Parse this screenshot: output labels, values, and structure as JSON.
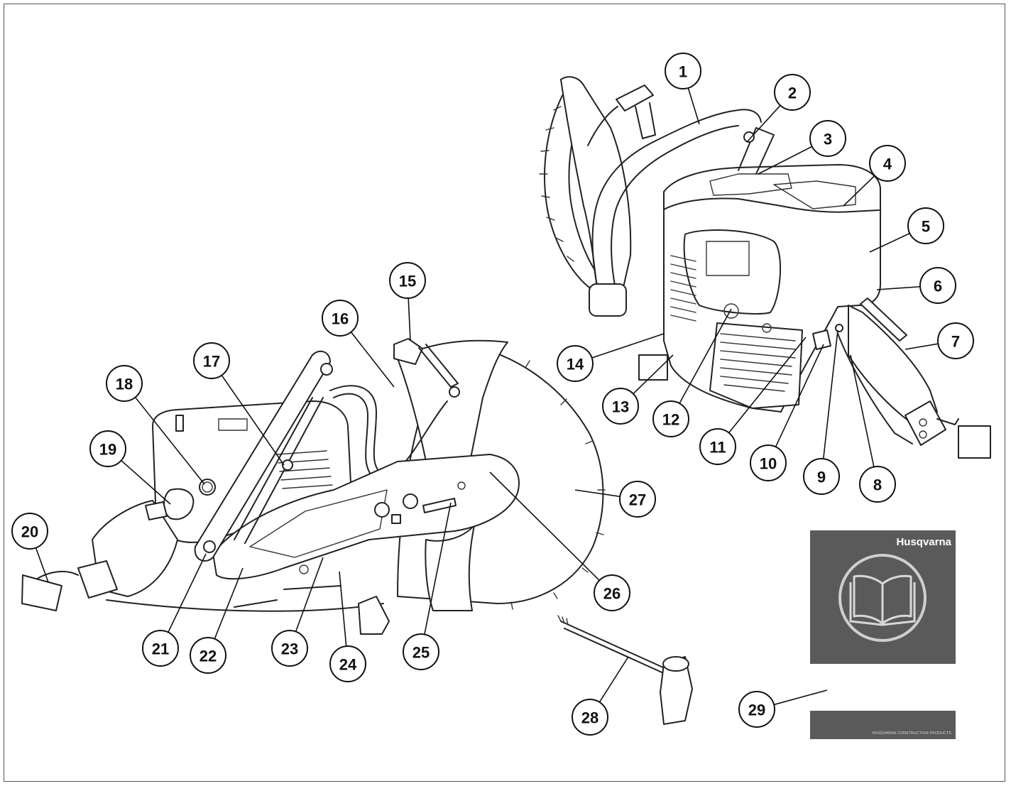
{
  "callouts": [
    {
      "id": 1,
      "label": "1"
    },
    {
      "id": 2,
      "label": "2"
    },
    {
      "id": 3,
      "label": "3"
    },
    {
      "id": 4,
      "label": "4"
    },
    {
      "id": 5,
      "label": "5"
    },
    {
      "id": 6,
      "label": "6"
    },
    {
      "id": 7,
      "label": "7"
    },
    {
      "id": 8,
      "label": "8"
    },
    {
      "id": 9,
      "label": "9"
    },
    {
      "id": 10,
      "label": "10"
    },
    {
      "id": 11,
      "label": "11"
    },
    {
      "id": 12,
      "label": "12"
    },
    {
      "id": 13,
      "label": "13"
    },
    {
      "id": 14,
      "label": "14"
    },
    {
      "id": 15,
      "label": "15"
    },
    {
      "id": 16,
      "label": "16"
    },
    {
      "id": 17,
      "label": "17"
    },
    {
      "id": 18,
      "label": "18"
    },
    {
      "id": 19,
      "label": "19"
    },
    {
      "id": 20,
      "label": "20"
    },
    {
      "id": 21,
      "label": "21"
    },
    {
      "id": 22,
      "label": "22"
    },
    {
      "id": 23,
      "label": "23"
    },
    {
      "id": 24,
      "label": "24"
    },
    {
      "id": 25,
      "label": "25"
    },
    {
      "id": 26,
      "label": "26"
    },
    {
      "id": 27,
      "label": "27"
    },
    {
      "id": 28,
      "label": "28"
    },
    {
      "id": 29,
      "label": "29"
    }
  ],
  "manual": {
    "brand": "Husqvarna",
    "strip_text": "HUSQVARNA CONSTRUCTION PRODUCTS",
    "cover_color": "#5a5a5a",
    "icon": "open-book-icon"
  }
}
